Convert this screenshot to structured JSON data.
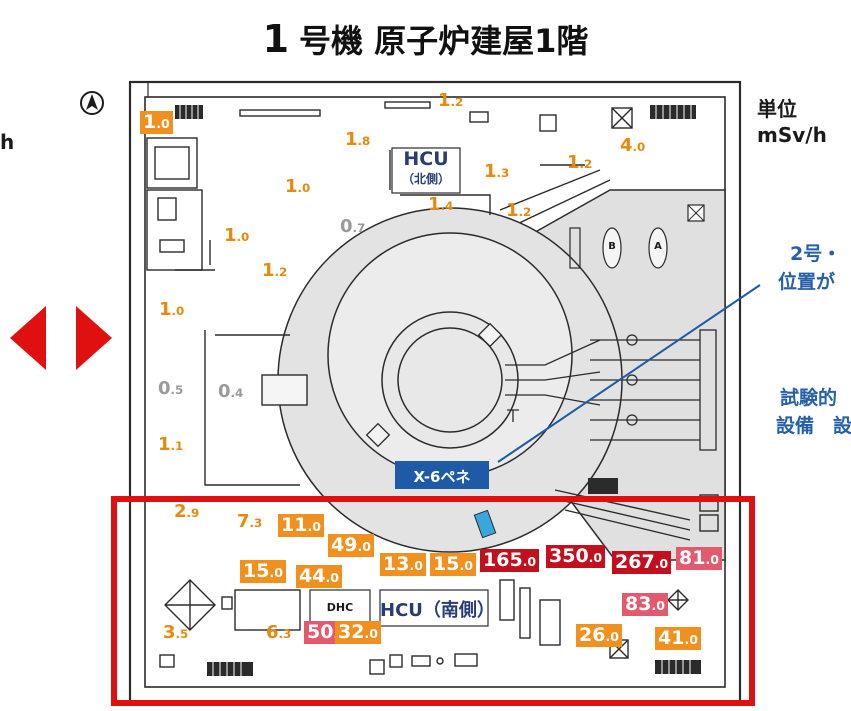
{
  "title": {
    "unit_no": "1",
    "text": "号機 原子炉建屋1階"
  },
  "unit_label": {
    "line1": "単位",
    "line2": "mSv/h"
  },
  "left_cut_text": "h",
  "right_annot1": {
    "line1": "2号・",
    "line2": "位置が"
  },
  "right_annot2": {
    "line1": "試験的",
    "line2": "設備　設"
  },
  "penetration_label": "X-6ペネ",
  "hcu_north": {
    "line1": "HCU",
    "line2": "（北側）"
  },
  "hcu_south": "HCU（南側）",
  "dhc_label": "DHC",
  "equip_b": "B",
  "equip_a": "A",
  "north_marker": "N",
  "colors": {
    "orange_text": "#e8890e",
    "grey_text": "#9a9a9a",
    "box_orange": "#f0901e",
    "box_pink": "#e35a6f",
    "box_red": "#c2101f",
    "highlight_frame": "#e11010",
    "penetration_blue": "#1f5aa6",
    "building_fill": "#e0e0e0"
  },
  "readings": [
    {
      "id": "r1",
      "int": "1",
      "dec": ".0",
      "style": "box-orange"
    },
    {
      "id": "r2",
      "int": "1",
      "dec": ".2",
      "style": "plain"
    },
    {
      "id": "r3",
      "int": "1",
      "dec": ".8",
      "style": "plain"
    },
    {
      "id": "r4",
      "int": "4",
      "dec": ".0",
      "style": "plain"
    },
    {
      "id": "r5",
      "int": "1",
      "dec": ".3",
      "style": "plain"
    },
    {
      "id": "r6",
      "int": "1",
      "dec": ".2",
      "style": "plain"
    },
    {
      "id": "r7",
      "int": "1",
      "dec": ".0",
      "style": "plain"
    },
    {
      "id": "r8",
      "int": "1",
      "dec": ".4",
      "style": "plain"
    },
    {
      "id": "r9",
      "int": "1",
      "dec": ".2",
      "style": "plain"
    },
    {
      "id": "r10",
      "int": "0",
      "dec": ".7",
      "style": "grey"
    },
    {
      "id": "r11",
      "int": "1",
      "dec": ".0",
      "style": "plain"
    },
    {
      "id": "r12",
      "int": "1",
      "dec": ".2",
      "style": "plain"
    },
    {
      "id": "r13",
      "int": "1",
      "dec": ".0",
      "style": "plain"
    },
    {
      "id": "r14",
      "int": "0",
      "dec": ".5",
      "style": "grey"
    },
    {
      "id": "r15",
      "int": "0",
      "dec": ".4",
      "style": "grey"
    },
    {
      "id": "r16",
      "int": "1",
      "dec": ".1",
      "style": "plain"
    },
    {
      "id": "r17",
      "int": "2",
      "dec": ".9",
      "style": "plain"
    },
    {
      "id": "r18",
      "int": "7",
      "dec": ".3",
      "style": "plain"
    },
    {
      "id": "r19",
      "int": "11",
      "dec": ".0",
      "style": "box-orange"
    },
    {
      "id": "r20",
      "int": "49",
      "dec": ".0",
      "style": "box-orange"
    },
    {
      "id": "r21",
      "int": "15",
      "dec": ".0",
      "style": "box-orange"
    },
    {
      "id": "r22",
      "int": "44",
      "dec": ".0",
      "style": "box-orange"
    },
    {
      "id": "r23",
      "int": "13",
      "dec": ".0",
      "style": "box-orange"
    },
    {
      "id": "r24",
      "int": "15",
      "dec": ".0",
      "style": "box-orange"
    },
    {
      "id": "r25",
      "int": "165",
      "dec": ".0",
      "style": "box-red"
    },
    {
      "id": "r26",
      "int": "350",
      "dec": ".0",
      "style": "box-red"
    },
    {
      "id": "r27",
      "int": "267",
      "dec": ".0",
      "style": "box-red"
    },
    {
      "id": "r28",
      "int": "81",
      "dec": ".0",
      "style": "box-pink"
    },
    {
      "id": "r29",
      "int": "83",
      "dec": ".0",
      "style": "box-pink"
    },
    {
      "id": "r30",
      "int": "3",
      "dec": ".5",
      "style": "plain"
    },
    {
      "id": "r31",
      "int": "6",
      "dec": ".3",
      "style": "plain"
    },
    {
      "id": "r32",
      "int": "50",
      "dec": ".0",
      "style": "box-pink"
    },
    {
      "id": "r33",
      "int": "32",
      "dec": ".0",
      "style": "box-orange"
    },
    {
      "id": "r34",
      "int": "26",
      "dec": ".0",
      "style": "box-orange"
    },
    {
      "id": "r35",
      "int": "41",
      "dec": ".0",
      "style": "box-orange"
    }
  ]
}
